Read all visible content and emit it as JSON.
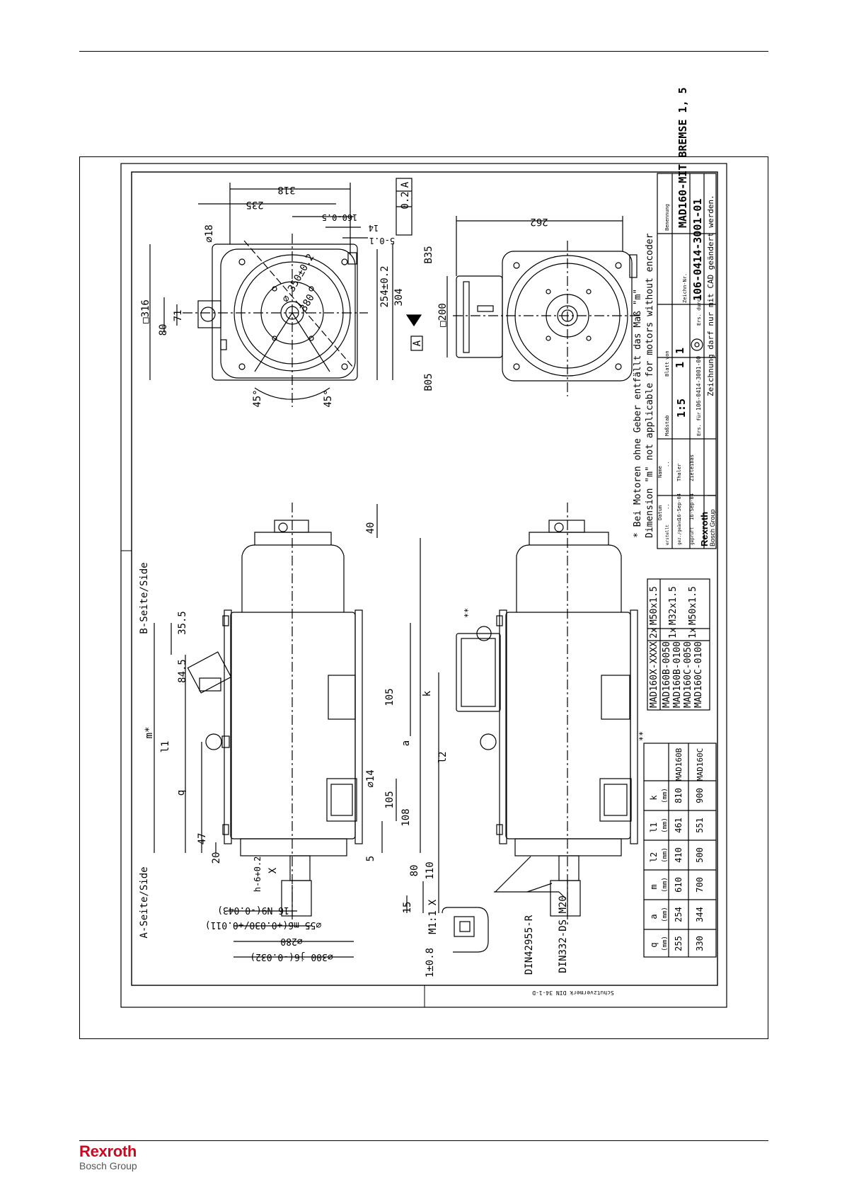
{
  "footer_logo": {
    "brand": "Rexroth",
    "group": "Bosch Group"
  },
  "drawing": {
    "notes": {
      "de": "* Bei Motoren ohne Geber entfällt das Maß \"m\"",
      "en": "Dimension \"m\" not applicable for motors without encoder"
    },
    "title_block": {
      "benennung_label": "Benennung",
      "title": "MAD160-MIT BREMSE 1, 5",
      "zeichnr_label": "Zeichn-Nr.",
      "drawing_no": "106-0414-3001-01",
      "scale": "1:5",
      "sheet": "1",
      "sheets": "1",
      "blatt_label": "Blatt",
      "von_label": "von",
      "massstab_label": "Maßstab",
      "ers_fuer": "Ers. für",
      "ers_fuer_value": "106-0414-3001-00",
      "ers_durch": "Ers. durch",
      "cad_note": "Zeichnung darf nur mit CAD geändert werden.",
      "brand": "Rexroth",
      "group": "Bosch Group",
      "rows": [
        {
          "label": "erstellt",
          "date": "..",
          "name": ".."
        },
        {
          "label": "gez./geänd.",
          "date": "16-Sep-04",
          "name": "Thaler"
        },
        {
          "label": "geprüft",
          "date": "16-Sep-04",
          "name": "Zieleibas"
        }
      ],
      "col_labels": [
        "Datum",
        "Name"
      ]
    },
    "protection_note": "Schutzvermerk DIN 34-1-D",
    "labels": {
      "a_side": "A-Seite/Side",
      "b_side": "B-Seite/Side",
      "b05": "B05",
      "b35": "B35",
      "datum_a": "A",
      "flatness": "0.2",
      "flatness_ref": "A",
      "detail": "M1:1",
      "detail_x": "X",
      "view_x": "X",
      "din1": "DIN42955-R",
      "din2": "DIN332-DS M20",
      "tol": "1±0.8",
      "star": "**"
    },
    "dims": {
      "d318": "318",
      "d235": "235",
      "d160": "160-0.5",
      "d14": "14",
      "d5": "5-0.1",
      "d18": "∅18",
      "d350": "∅ 350±0.2",
      "d380": "380",
      "d254": "254±0.2",
      "d304": "304",
      "d316": "□316",
      "d71": "71",
      "d80": "80",
      "a45a": "45°",
      "a45b": "45°",
      "d262": "262",
      "d200": "□200",
      "d40": "40",
      "d355": "35.5",
      "d845": "84.5",
      "dm": "m*",
      "dl1": "l1",
      "dq": "q",
      "d47": "47",
      "d20": "20",
      "dk": "k",
      "d105a": "105",
      "d14b": "∅14",
      "d105b": "105",
      "d108": "108",
      "da": "a",
      "dl2": "l2",
      "d5b": "5",
      "d80b": "80",
      "d110": "110",
      "d15": "15",
      "dhole": "h-6+0.2",
      "d16n9": "16 N9(-0.043)",
      "d55m6": "∅55 m6(+0.030/+0.011)",
      "d280": "∅280",
      "d300": "∅300 j6(-0.032)"
    },
    "gland_table": {
      "header": [
        "MAD160X-XXXX",
        "2x",
        "M50x1.5"
      ],
      "rows": [
        [
          "MAD160B-0050",
          "1x",
          "M32x1.5"
        ],
        [
          "MAD160B-0100",
          "1x",
          "M50x1.5"
        ],
        [
          "MAD160C-0050",
          "",
          ""
        ],
        [
          "MAD160C-0100",
          "",
          ""
        ]
      ]
    },
    "dim_table": {
      "headers": [
        "",
        "k",
        "l1",
        "l2",
        "m",
        "a",
        "q"
      ],
      "units": [
        "",
        "(mm)",
        "(mm)",
        "(mm)",
        "(mm)",
        "(mm)",
        "(mm)"
      ],
      "rows": [
        [
          "MAD160B",
          "810",
          "461",
          "410",
          "610",
          "254",
          "255"
        ],
        [
          "MAD160C",
          "900",
          "551",
          "500",
          "700",
          "344",
          "330"
        ]
      ]
    }
  }
}
